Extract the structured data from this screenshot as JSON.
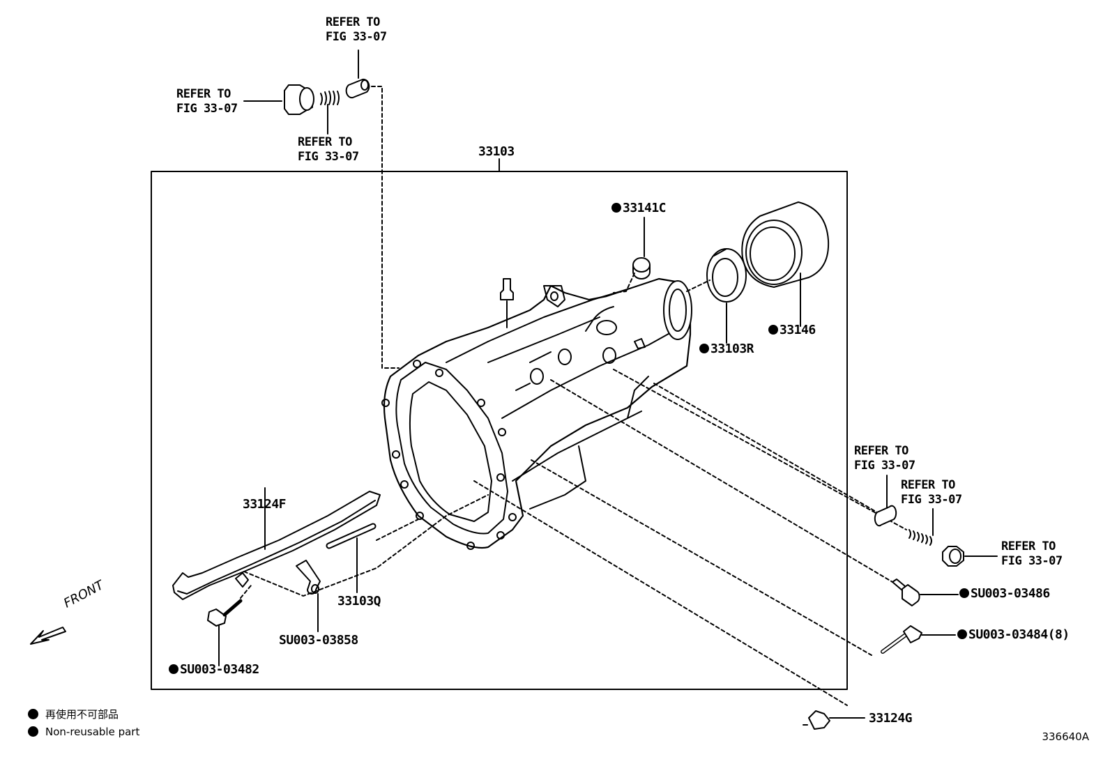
{
  "diagram": {
    "main_part": "33103",
    "parts": {
      "p33141C": "33141C",
      "p33146": "33146",
      "p33103R": "33103R",
      "p33124F": "33124F",
      "p33103Q": "33103Q",
      "pSU003_03858": "SU003-03858",
      "pSU003_03482": "SU003-03482",
      "pSU003_03486": "SU003-03486",
      "pSU003_03484": "SU003-03484(8)",
      "p33124G": "33124G"
    },
    "refer_text": {
      "line1": "REFER TO",
      "line2": "FIG 33-07"
    },
    "front_label": "FRONT",
    "legend": {
      "japanese": "再使用不可部品",
      "english": "Non-reusable part"
    },
    "illustration_code": "336640A"
  }
}
